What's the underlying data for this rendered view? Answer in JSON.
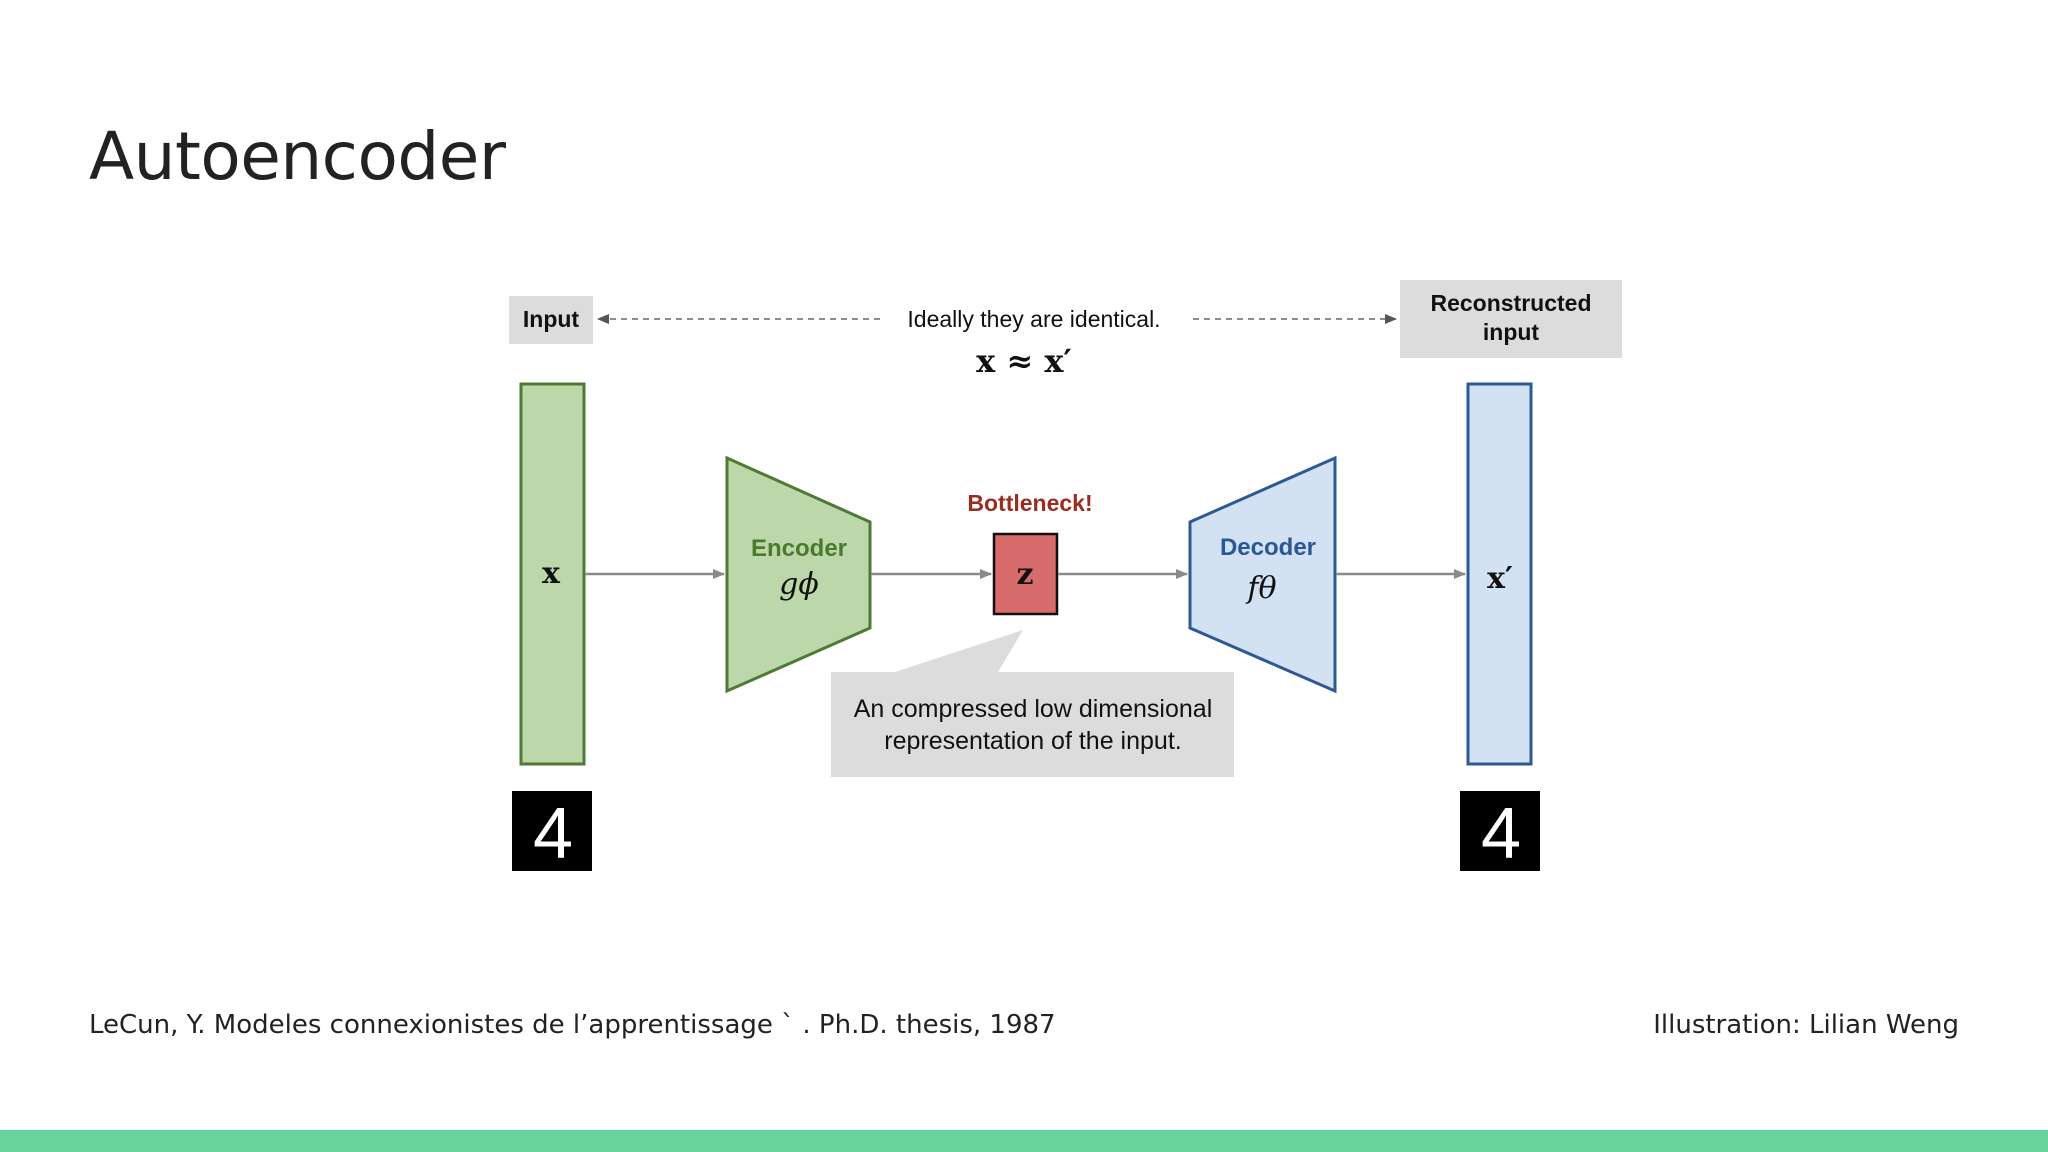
{
  "slide": {
    "title": "Autoencoder",
    "citation": "LeCun, Y. Modeles connexionistes de l’apprentissage ` . Ph.D. thesis, 1987",
    "credit": "Illustration: Lilian Weng"
  },
  "diagram": {
    "input_label": "Input",
    "reconstructed_label_line1": "Reconstructed",
    "reconstructed_label_line2": "input",
    "identical_note": "Ideally they are identical.",
    "identical_equation": "x ≈ x′",
    "input_vector": "x",
    "encoder_label": "Encoder",
    "encoder_function": "gϕ",
    "bottleneck_label": "Bottleneck!",
    "latent": "z",
    "decoder_label": "Decoder",
    "decoder_function": "fθ",
    "output_vector": "x′",
    "callout_line1": "An compressed low dimensional",
    "callout_line2": "representation of the input.",
    "input_digit": "4",
    "output_digit": "4"
  },
  "colors": {
    "encoder_fill": "#bcd7a9",
    "encoder_stroke": "#4f7a35",
    "encoder_text": "#4a7a2e",
    "decoder_fill": "#d3e2f3",
    "decoder_stroke": "#2d5a93",
    "decoder_text": "#2b5797",
    "latent_fill": "#d86c6c",
    "bottleneck_text": "#9c2b20",
    "label_box": "#dcdcdc",
    "accent_bar": "#68d39a"
  }
}
